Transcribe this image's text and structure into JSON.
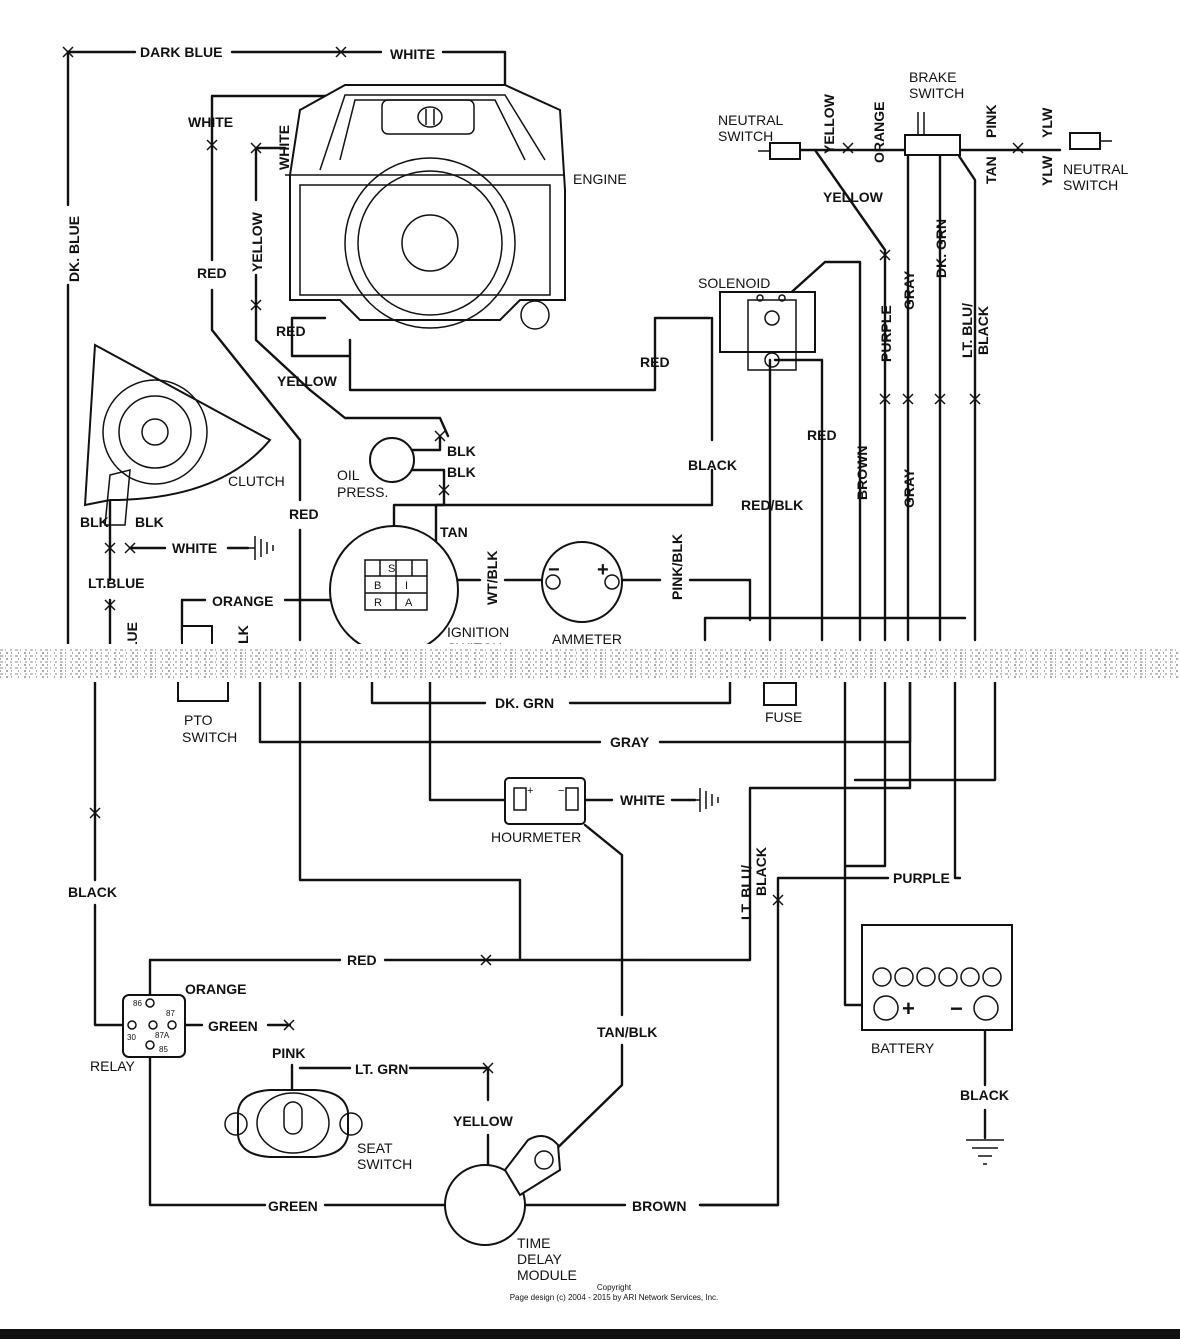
{
  "components": {
    "engine": "ENGINE",
    "clutch": "CLUTCH",
    "oil_press_1": "OIL",
    "oil_press_2": "PRESS.",
    "ignition_1": "IGNITION",
    "ignition_2": "SWITCH",
    "ammeter": "AMMETER",
    "solenoid": "SOLENOID",
    "fuse": "FUSE",
    "pto_1": "PTO",
    "pto_2": "SWITCH",
    "hourmeter": "HOURMETER",
    "relay": "RELAY",
    "seat_1": "SEAT",
    "seat_2": "SWITCH",
    "tdm_1": "TIME",
    "tdm_2": "DELAY",
    "tdm_3": "MODULE",
    "battery": "BATTERY",
    "brake_1": "BRAKE",
    "brake_2": "SWITCH",
    "neutral_l_1": "NEUTRAL",
    "neutral_l_2": "SWITCH",
    "neutral_r_1": "NEUTRAL",
    "neutral_r_2": "SWITCH"
  },
  "ignition_terminals": {
    "s": "S",
    "b": "B",
    "i": "I",
    "r": "R",
    "a": "A"
  },
  "relay_pins": {
    "p86": "86",
    "p87": "87",
    "p30": "30",
    "p87a": "87A",
    "p85": "85"
  },
  "symbols": {
    "minus": "−",
    "plus": "+",
    "hm_plus": "+",
    "hm_minus": "−",
    "bat_plus": "+",
    "bat_minus": "−"
  },
  "wires": {
    "dark_blue": "DARK BLUE",
    "white_top": "WHITE",
    "dk_blue": "DK. BLUE",
    "white_engine": "WHITE",
    "white_vert": "WHITE",
    "yellow_vert": "YELLOW",
    "red_left": "RED",
    "red_engine": "RED",
    "yellow_engine": "YELLOW",
    "blk_1": "BLK",
    "blk_2": "BLK",
    "tan": "TAN",
    "red_mid": "RED",
    "blk_clutch_l": "BLK",
    "blk_clutch_r": "BLK",
    "white_clutch": "WHITE",
    "lt_blue": "LT.BLUE",
    "lue": "LUE",
    "blk_pto": "BLK",
    "orange": "ORANGE",
    "wt_blk": "WT/BLK",
    "pink_blk": "PINK/BLK",
    "black_sol": "BLACK",
    "red_sol": "RED",
    "red_blk": "RED/BLK",
    "red_sol_right": "RED",
    "brown": "BROWN",
    "gray_vert": "GRAY",
    "purple_vert": "PURPLE",
    "gray_top": "GRAY",
    "dk_grn_top": "DK. GRN",
    "lt_blu_black_1": "LT. BLU/",
    "lt_blu_black_2": "BLACK",
    "yellow_top": "YELLOW",
    "yellow_mid": "YELLOW",
    "orange_top": "ORANGE",
    "pink_top": "PINK",
    "tan_top": "TAN",
    "ylw_top": "YLW",
    "ylw_bottom": "YLW",
    "dk_grn": "DK. GRN",
    "gray": "GRAY",
    "white_hour": "WHITE",
    "lt_blu_black_low_1": "LT. BLU/",
    "lt_blu_black_low_2": "BLACK",
    "purple": "PURPLE",
    "black_left": "BLACK",
    "red_relay": "RED",
    "orange_relay": "ORANGE",
    "green_relay": "GREEN",
    "pink_seat": "PINK",
    "lt_grn": "LT. GRN",
    "yellow_tdm": "YELLOW",
    "tan_blk": "TAN/BLK",
    "green_bottom": "GREEN",
    "brown_bottom": "BROWN",
    "black_battery": "BLACK"
  },
  "footer": {
    "line1": "Copyright",
    "line2": "Page design (c) 2004 - 2015 by ARI Network Services, Inc."
  }
}
